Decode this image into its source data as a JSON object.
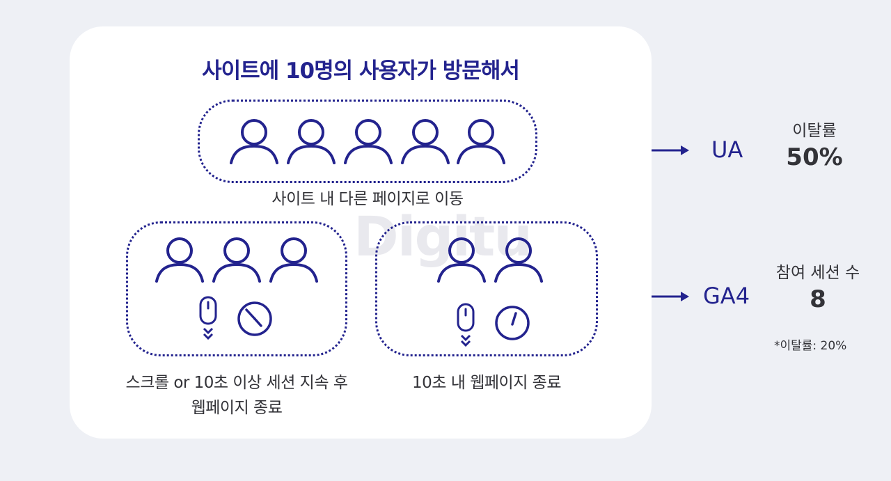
{
  "title": "사이트에 10명의 사용자가 방문해서",
  "watermark": "Digitu",
  "group_top": {
    "caption": "사이트 내 다른 페이지로 이동",
    "people": 5
  },
  "group_left": {
    "caption_line1": "스크롤 or 10초 이상 세션 지속 후",
    "caption_line2": "웹페이지 종료",
    "people": 3
  },
  "group_right": {
    "caption": "10초 내 웹페이지 종료",
    "people": 2
  },
  "ua": {
    "name": "UA",
    "label": "이탈률",
    "value": "50%"
  },
  "ga4": {
    "name": "GA4",
    "label": "참여 세션 수",
    "value": "8",
    "note": "*이탈률: 20%"
  },
  "colors": {
    "accent": "#23238e",
    "card": "#ffffff",
    "background": "#eef0f5"
  }
}
